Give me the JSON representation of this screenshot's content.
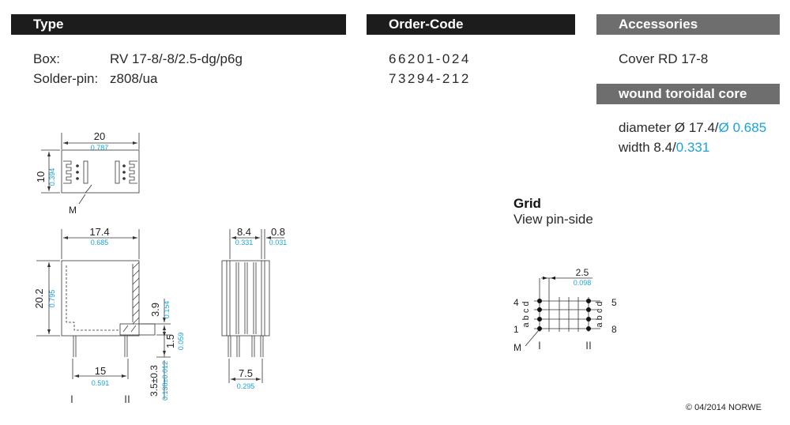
{
  "headers": {
    "type": "Type",
    "order_code": "Order-Code",
    "accessories": "Accessories",
    "wound_core": "wound toroidal core"
  },
  "type_rows": [
    {
      "label": "Box:",
      "value": "RV 17-8/-8/2.5-dg/p6g"
    },
    {
      "label": "Solder-pin:",
      "value": "z808/ua"
    }
  ],
  "order_codes": [
    "66201-024",
    "73294-212"
  ],
  "accessory": "Cover RD 17-8",
  "core": {
    "diameter_label": "diameter",
    "diameter_mm": "Ø 17.4",
    "sep": "/",
    "diameter_in": "Ø 0.685",
    "width_label": "width",
    "width_mm": "8.4",
    "width_in": "0.331"
  },
  "grid": {
    "title": "Grid",
    "subtitle": "View pin-side",
    "pitch_mm": "2.5",
    "pitch_in": "0.098",
    "row_left_top": "4",
    "row_left_bottom": "1",
    "row_right_top": "5",
    "row_right_bottom": "8",
    "letters_left": "a b c d",
    "letters_right": "a b c d",
    "m_label": "M",
    "col1": "I",
    "col2": "II"
  },
  "drawing": {
    "top_width_mm": "20",
    "top_width_in": "0.787",
    "top_height_mm": "10",
    "top_height_in": "0.394",
    "m_label": "M",
    "front_width_mm": "17.4",
    "front_width_in": "0.685",
    "front_height_mm": "20.2",
    "front_height_in": "0.795",
    "step_mm": "3.9",
    "step_in": "0.154",
    "flange_mm": "1.5",
    "flange_in": "0.059",
    "pin_span_mm": "15",
    "pin_span_in": "0.591",
    "pin_len_mm": "3.5±0.3",
    "pin_len_in": "0.138±0.012",
    "col1": "I",
    "col2": "II",
    "side_width_mm": "8.4",
    "side_width_in": "0.331",
    "wall_mm": "0.8",
    "wall_in": "0.031",
    "side_pins_mm": "7.5",
    "side_pins_in": "0.295"
  },
  "copyright": "© 04/2014 NORWE",
  "colors": {
    "dark_bar": "#1c1c1c",
    "grey_bar": "#6e6e6e",
    "inch_blue": "#1aa3d8"
  }
}
